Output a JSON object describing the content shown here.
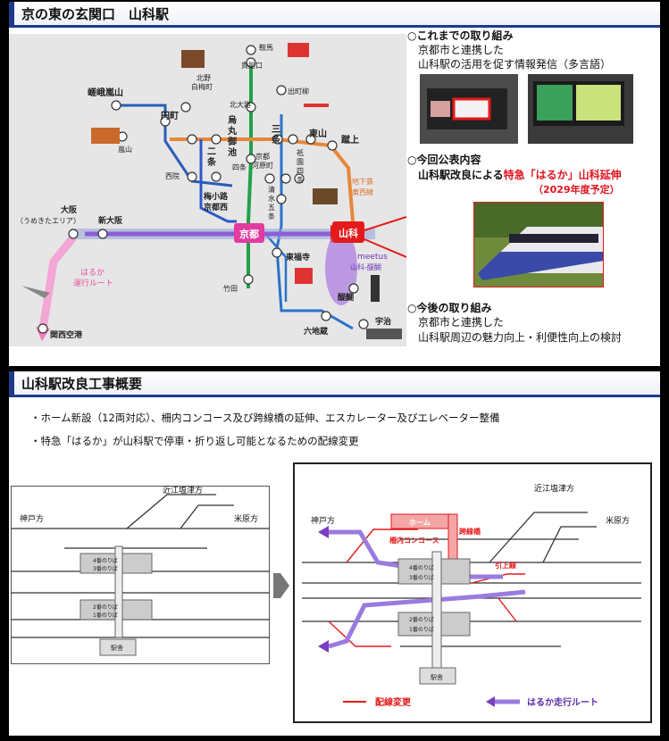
{
  "panel1": {
    "title": "京の東の玄関口　山科駅",
    "map": {
      "stations": {
        "kyoto": "京都",
        "yamashina": "山科"
      },
      "labels": {
        "kurama": "鞍馬",
        "kibuneguchi": "貴船口",
        "kitano_hakubaicho": "北野\n白梅町",
        "arashiyama": "嵯峨嵐山",
        "demachiyanagi": "出町柳",
        "kitaoji": "北大路",
        "emmachi": "円町",
        "karasuma_oike": "烏\n丸\n御\n池",
        "nijo": "二\n条",
        "sanjo": "三\n条",
        "higashiyama": "東山",
        "keage": "蹴上",
        "arashiyama2": "嵐山",
        "shijo": "四条",
        "kyoto_kawaramachi": "京都\n河原町",
        "gion_shijo": "祇\n園\n四\n条",
        "saiin": "西院",
        "kiyomizu_gojo": "清\n水\n五\n条",
        "subway_tozai": "地下鉄\n東西線",
        "umekoji": "梅小路\n京都西",
        "osaka": "大阪",
        "umekita": "（うめきたエリア）",
        "shin_osaka": "新大阪",
        "haruka_route": "はるか\n運行ルート",
        "tofukuji": "東福寺",
        "meetus": "meetus\n山科-醍醐",
        "daigo": "醍醐",
        "takeda": "竹田",
        "rokujizo": "六地蔵",
        "uji": "宇治",
        "kansai_airport": "関西空港"
      }
    },
    "sections": [
      {
        "heading": "○これまでの取り組み",
        "lines": [
          "京都市と連携した",
          "山科駅の活用を促す情報発信（多言語）"
        ]
      },
      {
        "heading": "○今回公表内容",
        "line_prefix": "山科駅改良による",
        "line_highlight": "特急「はるか」山科延伸",
        "note": "（2029年度予定）"
      },
      {
        "heading": "○今後の取り組み",
        "lines": [
          "京都市と連携した",
          "山科駅周辺の魅力向上・利便性向上の検討"
        ]
      }
    ]
  },
  "panel2": {
    "title": "山科駅改良工事概要",
    "bullets": [
      "・ホーム新設（12両対応）、柵内コンコース及び跨線橋の延伸、エスカレーター及びエレベーター整備",
      "・特急「はるか」が山科駅で停車・折り返し可能となるための配線変更"
    ],
    "before": {
      "kobe": "神戸方",
      "omi": "近江塩津方",
      "maibara": "米原方",
      "platform_upper_a": "4番のりば",
      "platform_upper_b": "3番のりば",
      "platform_lower_a": "2番のりば",
      "platform_lower_b": "1番のりば",
      "station_building": "駅舎"
    },
    "after": {
      "kobe": "神戸方",
      "omi": "近江塩津方",
      "maibara": "米原方",
      "home": "ホーム",
      "concourse": "柵内コンコース",
      "bridge": "跨線橋",
      "hikiage": "引上線",
      "platform_upper_a": "4番のりば",
      "platform_upper_b": "3番のりば",
      "platform_lower_a": "2番のりば",
      "platform_lower_b": "1番のりば",
      "station_building": "駅舎",
      "legend_track": "配線変更",
      "legend_route": "はるか走行ルート"
    }
  },
  "colors": {
    "jr_line": "#9aa7d8",
    "karasuma_green": "#22a04a",
    "tozai_orange": "#e7873a",
    "subway_blue": "#2c58c8",
    "keihan_blue": "#2a72c9",
    "haruka_pink": "#f07cc0",
    "haruka_purple": "#7a3fc0",
    "kyoto_magenta": "#e33ba0",
    "yamashina_red": "#e41a1a",
    "title_navy": "#1f3a8a"
  }
}
